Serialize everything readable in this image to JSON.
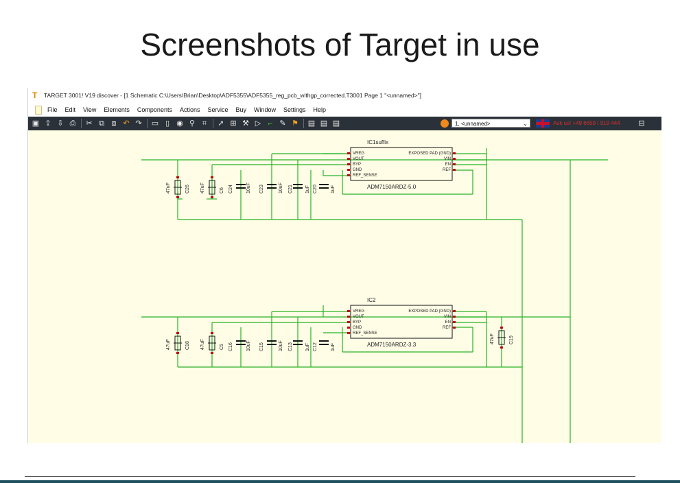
{
  "slide": {
    "title": "Screenshots of Target in use"
  },
  "window": {
    "title": "TARGET 3001! V19 discover - [1 Schematic C:\\Users\\Brian\\Desktop\\ADF5355\\ADF5355_reg_pcb_withgp_corrected.T3001 Page 1 \"<unnamed>\"]",
    "menu": [
      "File",
      "Edit",
      "View",
      "Elements",
      "Components",
      "Actions",
      "Service",
      "Buy",
      "Window",
      "Settings",
      "Help"
    ],
    "sheet_select": "1, <unnamed>",
    "ask_text": "Ask us! +49 6659 / 919 444"
  },
  "colors": {
    "wire": "#27b327",
    "background": "#fffde6",
    "toolbar": "#2b3138",
    "text": "#222222"
  },
  "schematic": {
    "ic_top": {
      "ref": "IC1suffix",
      "part": "ADM7150ARDZ-5.0",
      "left_pins": [
        "VREG",
        "VOUT",
        "BYP",
        "GND",
        "REF_SENSE"
      ],
      "right_pins": [
        "EXPOSED PAD (GND)",
        "VIN",
        "EN",
        "REF"
      ]
    },
    "ic_bottom": {
      "ref": "IC2",
      "part": "ADM7150ARDZ-3.3",
      "left_pins": [
        "VREG",
        "VOUT",
        "BYP",
        "GND",
        "REF_SENSE"
      ],
      "right_pins": [
        "EXPOSED PAD (GND)",
        "VIN",
        "EN",
        "REF"
      ]
    },
    "caps_top": [
      {
        "ref": "C26",
        "value": "47uF"
      },
      {
        "ref": "C6",
        "value": "47uF"
      },
      {
        "ref": "C24",
        "value": "10uF"
      },
      {
        "ref": "C23",
        "value": "10uF"
      },
      {
        "ref": "C21",
        "value": "1uF"
      },
      {
        "ref": "C20",
        "value": "1uF"
      }
    ],
    "caps_bottom": [
      {
        "ref": "C18",
        "value": "47uF"
      },
      {
        "ref": "C5",
        "value": "47uF"
      },
      {
        "ref": "C16",
        "value": "10uF"
      },
      {
        "ref": "C15",
        "value": "10uF"
      },
      {
        "ref": "C13",
        "value": "1uF"
      },
      {
        "ref": "C12",
        "value": "1uF"
      },
      {
        "ref": "C19",
        "value": "47uF"
      }
    ]
  }
}
